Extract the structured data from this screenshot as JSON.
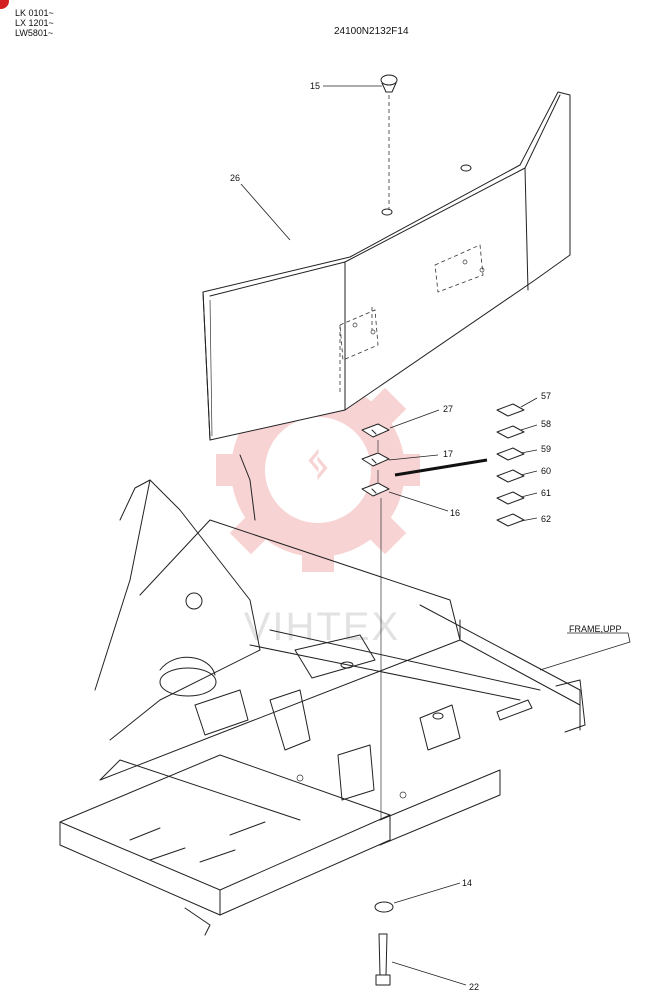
{
  "header": {
    "serial_lines": [
      "LK 0101~",
      "LX 1201~",
      "LW5801~"
    ],
    "doc_code": "24100N2132F14"
  },
  "callouts": [
    {
      "id": "15",
      "label": "15"
    },
    {
      "id": "26",
      "label": "26"
    },
    {
      "id": "27",
      "label": "27"
    },
    {
      "id": "17",
      "label": "17"
    },
    {
      "id": "16",
      "label": "16"
    },
    {
      "id": "57",
      "label": "57"
    },
    {
      "id": "58",
      "label": "58"
    },
    {
      "id": "59",
      "label": "59"
    },
    {
      "id": "60",
      "label": "60"
    },
    {
      "id": "61",
      "label": "61"
    },
    {
      "id": "62",
      "label": "62"
    },
    {
      "id": "frame",
      "label": "FRAME,UPP"
    },
    {
      "id": "14",
      "label": "14"
    },
    {
      "id": "22",
      "label": "22"
    }
  ],
  "watermark": {
    "text": "VIHTEX",
    "color": "#e23b3b"
  },
  "colors": {
    "ink": "#222222",
    "background": "#ffffff",
    "corner_mark": "#d42020"
  }
}
